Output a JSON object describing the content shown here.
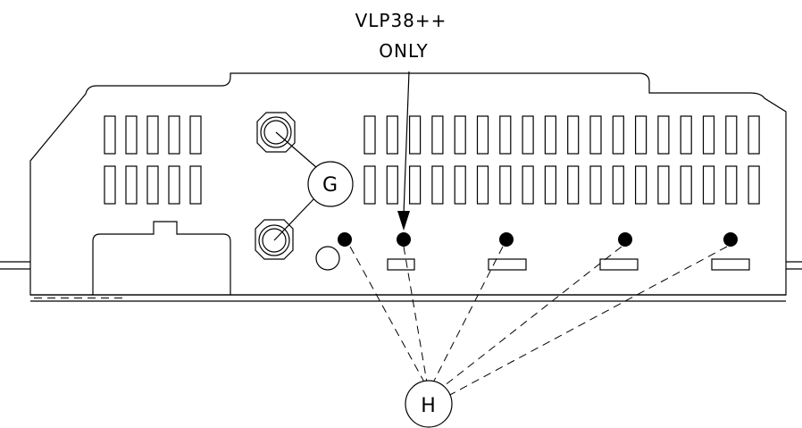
{
  "note": {
    "line1": "VLP38++",
    "line2": "ONLY"
  },
  "callouts": {
    "g": "G",
    "h": "H"
  }
}
